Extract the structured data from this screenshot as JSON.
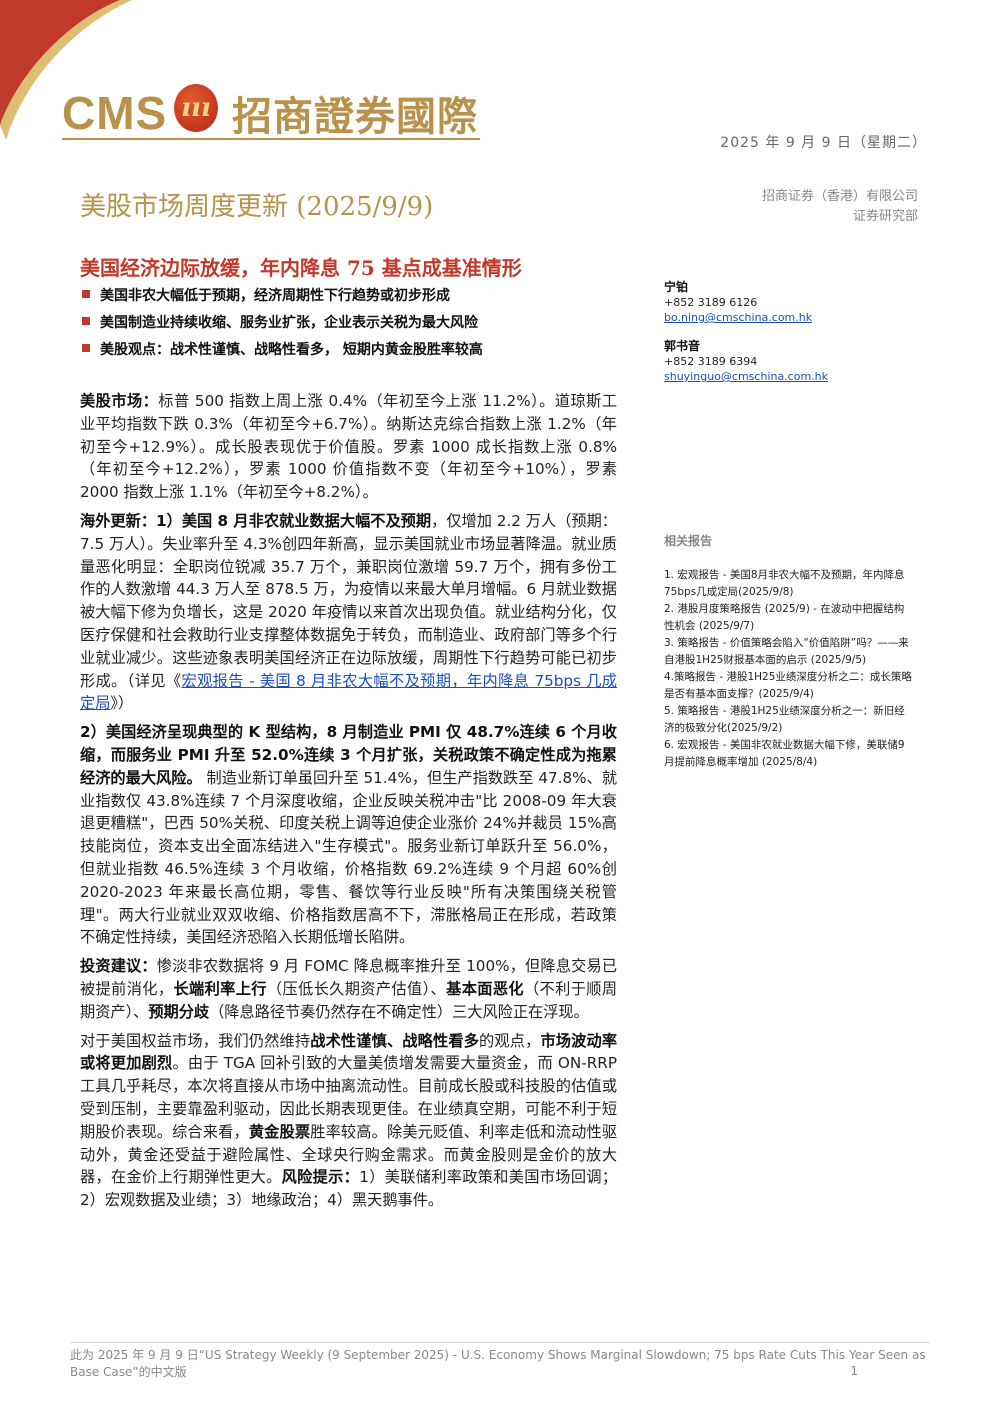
{
  "header": {
    "logo_en": "CMS",
    "logo_badge": "ııı",
    "logo_cn": "招商證券國際",
    "date": "2025 年 9 月 9 日（星期二）",
    "company_line1": "招商证券（香港）有限公司",
    "company_line2": "证券研究部"
  },
  "report": {
    "title": "美股市场周度更新 (2025/9/9)",
    "subtitle": "美国经济边际放缓，年内降息 75 基点成基准情形",
    "bullets": [
      "美国非农大幅低于预期，经济周期性下行趋势或初步形成",
      "美国制造业持续收缩、服务业扩张，企业表示关税为最大风险",
      "美股观点：战术性谨慎、战略性看多， 短期内黄金股胜率较高"
    ]
  },
  "analysts": [
    {
      "name": "宁铂",
      "phone": "+852 3189 6126",
      "email": "bo.ning@cmschina.com.hk"
    },
    {
      "name": "郭书音",
      "phone": "+852 3189 6394",
      "email": "shuyinguo@cmschina.com.hk"
    }
  ],
  "body": {
    "p1_label": "美股市场：",
    "p1_text": "标普 500 指数上周上涨 0.4%（年初至今上涨 11.2%）。道琼斯工业平均指数下跌 0.3%（年初至今+6.7%）。纳斯达克综合指数上涨 1.2%（年初至今+12.9%）。成长股表现优于价值股。罗素 1000 成长指数上涨 0.8%（年初至今+12.2%），罗素 1000 价值指数不变（年初至今+10%），罗素 2000 指数上涨 1.1%（年初至今+8.2%）。",
    "p2_label": "海外更新：1）美国 8 月非农就业数据大幅不及预期",
    "p2_text": "，仅增加 2.2 万人（预期：7.5 万人）。失业率升至 4.3%创四年新高，显示美国就业市场显著降温。就业质量恶化明显：全职岗位锐减 35.7 万个，兼职岗位激增 59.7 万个，拥有多份工作的人数激增 44.3 万人至 878.5 万，为疫情以来最大单月增幅。6 月就业数据被大幅下修为负增长，这是 2020 年疫情以来首次出现负值。就业结构分化，仅医疗保健和社会救助行业支撑整体数据免于转负，而制造业、政府部门等多个行业就业减少。这些迹象表明美国经济正在边际放缓，周期性下行趋势可能已初步形成。（详见《",
    "p2_link": "宏观报告 - 美国 8 月非农大幅不及预期，年内降息 75bps 几成定局",
    "p2_end": "》）",
    "p3_label": "2）美国经济呈现典型的 K 型结构，8 月制造业 PMI 仅 48.7%连续 6 个月收缩，而服务业 PMI 升至 52.0%连续 3 个月扩张，关税政策不确定性成为拖累经济的最大风险。",
    "p3_text": " 制造业新订单虽回升至 51.4%，但生产指数跌至 47.8%、就业指数仅 43.8%连续 7 个月深度收缩，企业反映关税冲击\"比 2008-09 年大衰退更糟糕\"，巴西 50%关税、印度关税上调等迫使企业涨价 24%并裁员 15%高技能岗位，资本支出全面冻结进入\"生存模式\"。服务业新订单跃升至 56.0%，但就业指数 46.5%连续 3 个月收缩，价格指数 69.2%连续 9 个月超 60%创 2020-2023 年来最长高位期，零售、餐饮等行业反映\"所有决策围绕关税管理\"。两大行业就业双双收缩、价格指数居高不下，滞胀格局正在形成，若政策不确定性持续，美国经济恐陷入长期低增长陷阱。",
    "p4_label": "投资建议：",
    "p4_t1": "惨淡非农数据将 9 月 FOMC 降息概率推升至 100%，但降息交易已被提前消化，",
    "p4_b1": "长端利率上行",
    "p4_t2": "（压低长久期资产估值）、",
    "p4_b2": "基本面恶化",
    "p4_t3": "（不利于顺周期资产）、",
    "p4_b3": "预期分歧",
    "p4_t4": "（降息路径节奏仍然存在不确定性）三大风险正在浮现。",
    "p5_t1": "对于美国权益市场，我们仍然维持",
    "p5_b1": "战术性谨慎、战略性看多",
    "p5_t2": "的观点，",
    "p5_b2": "市场波动率或将更加剧烈",
    "p5_t3": "。由于 TGA 回补引致的大量美债增发需要大量资金，而 ON-RRP 工具几乎耗尽，本次将直接从市场中抽离流动性。目前成长股或科技股的估值或受到压制，主要靠盈利驱动，因此长期表现更佳。在业绩真空期，可能不利于短期股价表现。综合来看，",
    "p5_b3": "黄金股票",
    "p5_t4": "胜率较高。除美元贬值、利率走低和流动性驱动外，黄金还受益于避险属性、全球央行购金需求。而黄金股则是金价的放大器，在金价上行期弹性更大。",
    "p5_b4": "风险提示：",
    "p5_t5": "1）美联储利率政策和美国市场回调；2）宏观数据及业绩；3）地缘政治；4）黑天鹅事件。"
  },
  "related": {
    "title": "相关报告",
    "items": [
      "1. 宏观报告 - 美国8月非农大幅不及预期，年内降息75bps几成定局(2025/9/8)",
      "2. 港股月度策略报告 (2025/9) - 在波动中把握结构性机会 (2025/9/7)",
      "3. 策略报告 - 价值策略会陷入“价值陷阱”吗？——来自港股1H25财报基本面的启示 (2025/9/5)",
      "4.策略报告 - 港股1H25业绩深度分析之二：成长策略是否有基本面支撑？(2025/9/4)",
      "5. 策略报告 - 港股1H25业绩深度分析之一：新旧经济的极致分化(2025/9/2)",
      "6. 宏观报告 - 美国非农就业数据大幅下修，美联储9月提前降息概率增加 (2025/8/4)"
    ]
  },
  "footer": {
    "note": "此为 2025 年 9 月 9 日“US Strategy Weekly (9 September 2025) - U.S. Economy Shows Marginal Slowdown; 75 bps Rate Cuts This Year Seen as Base Case”的中文版",
    "page": "1"
  },
  "colors": {
    "gold": "#b8924a",
    "red": "#c0392b",
    "link": "#1a4fb5"
  }
}
